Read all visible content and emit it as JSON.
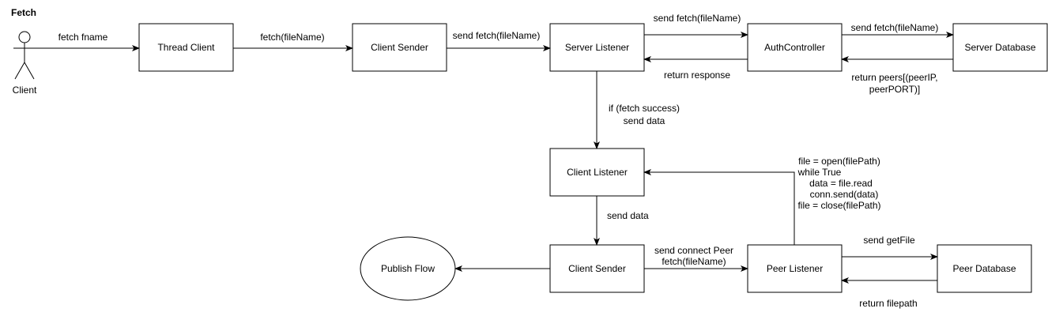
{
  "title": "Fetch",
  "actor": {
    "label": "Client"
  },
  "nodes": {
    "thread_client": "Thread Client",
    "client_sender_top": "Client Sender",
    "server_listener": "Server Listener",
    "auth_controller": "AuthController",
    "server_database": "Server Database",
    "client_listener": "Client Listener",
    "client_sender_bottom": "Client Sender",
    "publish_flow": "Publish Flow",
    "peer_listener": "Peer Listener",
    "peer_database": "Peer Database"
  },
  "edges": {
    "client_to_thread": [
      "fetch fname"
    ],
    "thread_to_sender": [
      "fetch(fileName)"
    ],
    "sender_to_server": [
      "send fetch(fileName)"
    ],
    "server_to_auth": [
      "send fetch(fileName)"
    ],
    "auth_to_server": [
      "return response"
    ],
    "auth_to_db": [
      "send fetch(fileName)"
    ],
    "db_to_auth": [
      "return peers[(peerIP,",
      "peerPORT)]"
    ],
    "server_to_listener": [
      "if (fetch success)",
      "send data"
    ],
    "listener_to_sender": [
      "send data"
    ],
    "sender_to_peer": [
      "send connect Peer",
      "fetch(fileName)"
    ],
    "peer_to_listener": [
      "file = open(filePath)",
      "while True",
      "data = file.read",
      "conn.send(data)",
      "file = close(filePath)"
    ],
    "peer_to_peerdb": [
      "send getFile"
    ],
    "peerdb_to_peer": [
      "return filepath"
    ],
    "sender_to_publish": []
  }
}
